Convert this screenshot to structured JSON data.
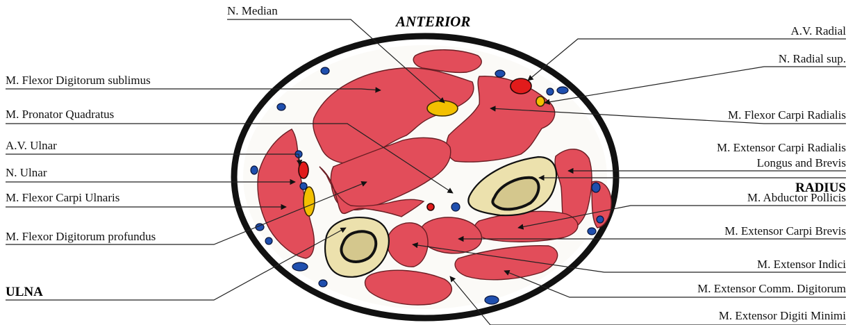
{
  "title": "ANTERIOR",
  "labels": {
    "n_median": "N. Median",
    "flexor_dig_sublimus": "M. Flexor Digitorum sublimus",
    "pronator_quadratus": "M. Pronator Quadratus",
    "av_ulnar": "A.V. Ulnar",
    "n_ulnar": "N. Ulnar",
    "flexor_carpi_ulnaris": "M. Flexor Carpi Ulnaris",
    "flexor_dig_profundus": "M. Flexor Digitorum profundus",
    "ulna": "ULNA",
    "av_radial": "A.V. Radial",
    "n_radial_sup": "N. Radial sup.",
    "flexor_carpi_radialis": "M. Flexor Carpi Radialis",
    "ext_carpi_radialis_1": "M. Extensor Carpi Radialis",
    "ext_carpi_radialis_2": "Longus and Brevis",
    "radius": "RADIUS",
    "abductor_pollicis": "M. Abductor Pollicis",
    "ext_carpi_brevis": "M. Extensor Carpi Brevis",
    "ext_indici": "M. Extensor Indici",
    "ext_comm_digitorum": "M. Extensor Comm. Digitorum",
    "ext_digiti_minimi": "M. Extensor Digiti Minimi"
  },
  "colors": {
    "muscle": "#e24d5a",
    "bone": "#ece1ad",
    "vein": "#1f4fae",
    "artery": "#e11b1b",
    "nerve": "#f3c000"
  }
}
